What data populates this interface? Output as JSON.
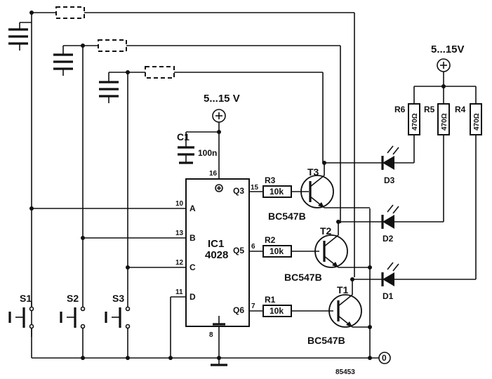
{
  "ic": {
    "name": "IC1",
    "part": "4028",
    "pins": {
      "A": "A",
      "B": "B",
      "C": "C",
      "D": "D",
      "Q3": "Q3",
      "Q5": "Q5",
      "Q6": "Q6",
      "n10": "10",
      "n13": "13",
      "n12": "12",
      "n11": "11",
      "n16": "16",
      "n8": "8",
      "n15": "15",
      "n6": "6",
      "n7": "7"
    }
  },
  "supply": {
    "main": "5...15 V",
    "led": "5...15V"
  },
  "capacitor": {
    "name": "C1",
    "value": "100n"
  },
  "resistors": {
    "R1": {
      "name": "R1",
      "value": "10k"
    },
    "R2": {
      "name": "R2",
      "value": "10k"
    },
    "R3": {
      "name": "R3",
      "value": "10k"
    },
    "R4": {
      "name": "R4",
      "value": "470Ω"
    },
    "R5": {
      "name": "R5",
      "value": "470Ω"
    },
    "R6": {
      "name": "R6",
      "value": "470Ω"
    }
  },
  "transistors": {
    "T1": {
      "name": "T1",
      "type": "BC547B"
    },
    "T2": {
      "name": "T2",
      "type": "BC547B"
    },
    "T3": {
      "name": "T3",
      "type": "BC547B"
    }
  },
  "leds": {
    "D1": "D1",
    "D2": "D2",
    "D3": "D3"
  },
  "switches": {
    "S1": "S1",
    "S2": "S2",
    "S3": "S3"
  },
  "ground": {
    "label": "0"
  },
  "figure_code": "85453"
}
